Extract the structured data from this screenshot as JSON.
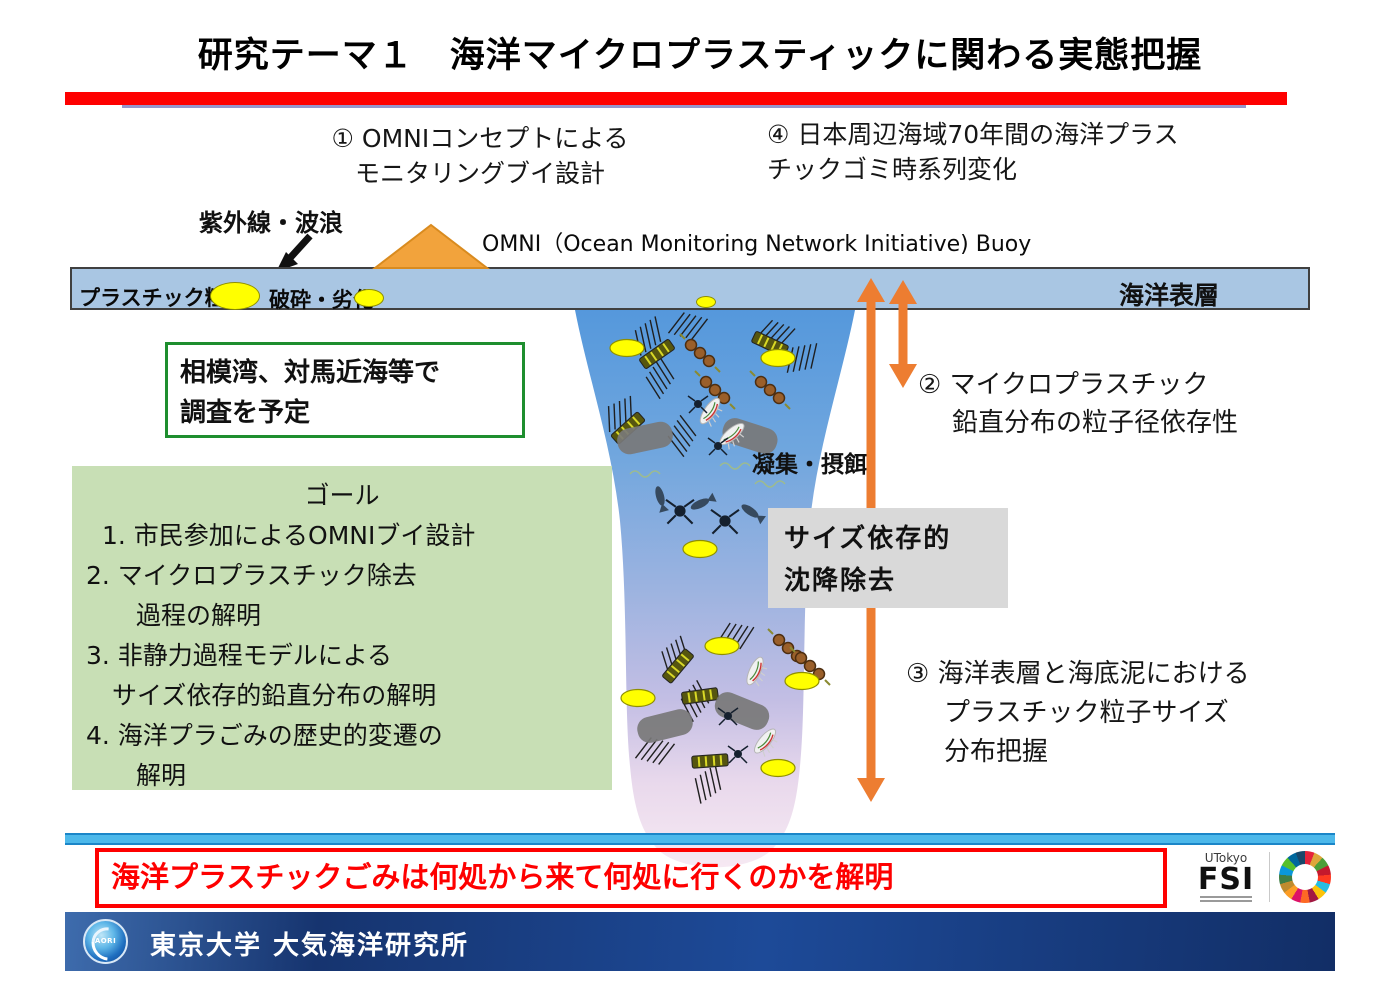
{
  "slide": {
    "title": "研究テーマ１　海洋マイクロプラスティックに関わる実態把握"
  },
  "annotations": {
    "a1": {
      "line1": "① OMNIコンセプトによる",
      "line2": "モニタリングブイ設計"
    },
    "a2": {
      "line1": "② マイクロプラスチック",
      "line2": "鉛直分布の粒子径依存性"
    },
    "a3": {
      "line1": "③ 海洋表層と海底泥における",
      "line2": "プラスチック粒子サイズ",
      "line3": "分布把握"
    },
    "a4": {
      "line1": "④ 日本周辺海域70年間の海洋プラス",
      "line2": "チックゴミ時系列変化"
    }
  },
  "surface": {
    "uv_label": "紫外線・波浪",
    "buoy_label": "OMNI（Ocean Monitoring Network Initiative) Buoy",
    "particle_label": "プラスチック粒子",
    "breakdown_label": "破砕・劣化",
    "layer_label": "海洋表層"
  },
  "water_column": {
    "aggregation_label": "凝集・摂餌",
    "sinking_line1": "サイズ依存的",
    "sinking_line2": "沈降除去"
  },
  "survey_box": {
    "line1": "相模湾、対馬近海等で",
    "line2": "調査を予定"
  },
  "goal_box": {
    "title": "ゴール",
    "lines": [
      "1. 市民参加によるOMNIブイ設計",
      "2. マイクロプラスチック除去",
      "過程の解明",
      "3. 非静力過程モデルによる",
      "サイズ依存的鉛直分布の解明",
      "4. 海洋プラごみの歴史的変遷の",
      "解明"
    ]
  },
  "conclusion": {
    "text": "海洋プラスチックごみは何処から来て何処に行くのかを解明"
  },
  "fsi_logo": {
    "top": "UTokyo",
    "main": "FSI"
  },
  "footer": {
    "aori": "AORI",
    "org": "東京大学 大気海洋研究所"
  },
  "colors": {
    "accent_red": "#FE0000",
    "arrow_orange": "#ED7D31",
    "buoy_orange": "#F2A33C",
    "surface_band_blue": "#A9C6E3",
    "goal_box_green": "#C8DFB5",
    "survey_border_green": "#1E8E2E",
    "sinking_box_gray": "#D9D9D9",
    "particle_yellow": "#FFFF00",
    "cyan_bar_blue": "#4CB8EA",
    "footer_navy": "#16346F"
  }
}
